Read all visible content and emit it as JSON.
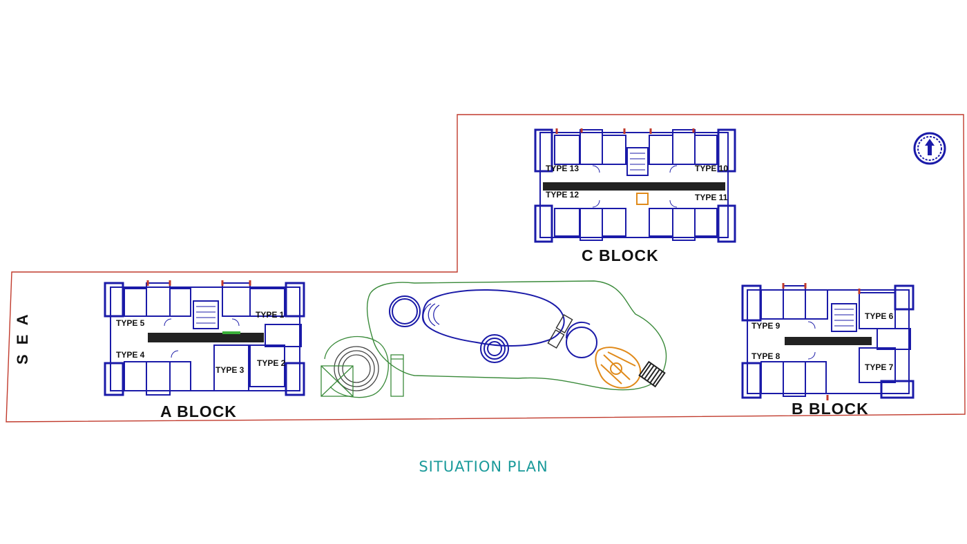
{
  "caption": "SITUATION PLAN",
  "sea_label": "S E A",
  "blocks": {
    "a": {
      "label": "A BLOCK",
      "types": [
        "TYPE 5",
        "TYPE 4",
        "TYPE 3",
        "TYPE 1",
        "TYPE 2"
      ]
    },
    "b": {
      "label": "B BLOCK",
      "types": [
        "TYPE 9",
        "TYPE 8",
        "TYPE 6",
        "TYPE 7"
      ]
    },
    "c": {
      "label": "C BLOCK",
      "types": [
        "TYPE 13",
        "TYPE 12",
        "TYPE 10",
        "TYPE 11"
      ]
    }
  },
  "colors": {
    "site_boundary": "#c0392b",
    "building_lines": "#1a1aa8",
    "landscape": "#3a8a3a",
    "pool": "#1a1aa8",
    "deck_detail": "#e08a1a",
    "caption": "#1a9a9a"
  },
  "icons": {
    "north": "north-arrow-icon"
  }
}
